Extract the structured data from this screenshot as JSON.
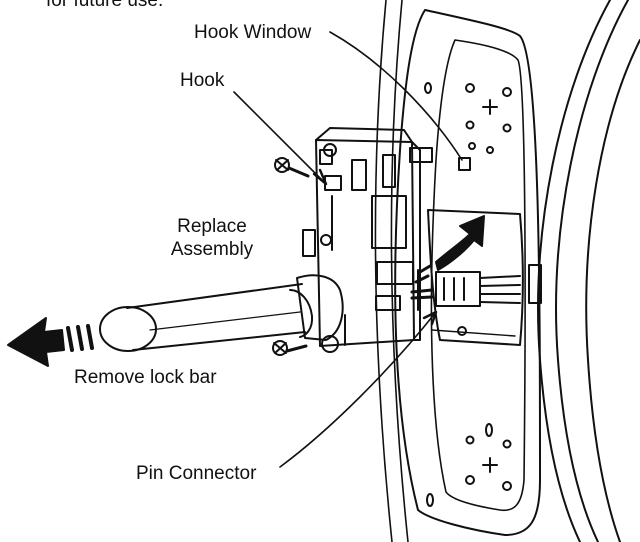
{
  "header": {
    "partial_text": "for future use."
  },
  "labels": {
    "hook_window": "Hook Window",
    "hook": "Hook",
    "replace_line1": "Replace",
    "replace_line2": "Assembly",
    "remove_lock_bar": "Remove lock bar",
    "pin_connector": "Pin Connector"
  },
  "colors": {
    "ink": "#111111",
    "paper": "#ffffff",
    "shade": "#e8e8e8"
  }
}
